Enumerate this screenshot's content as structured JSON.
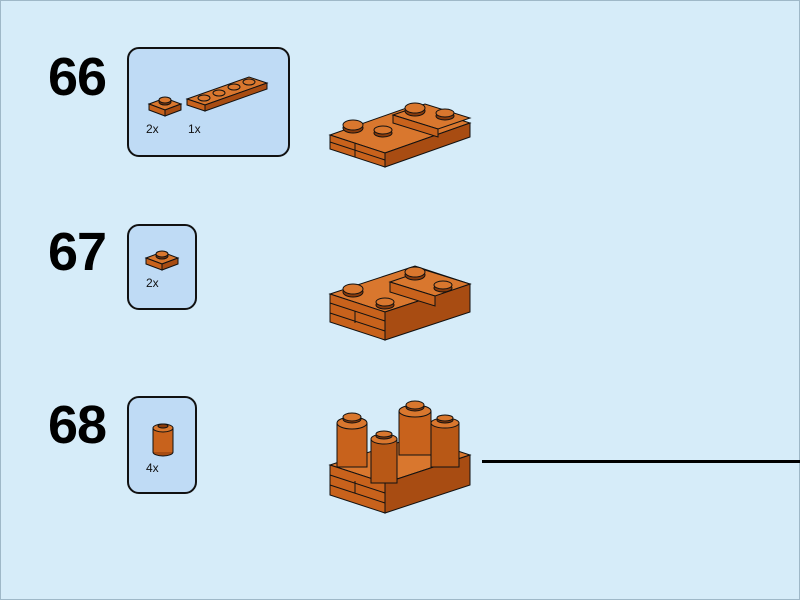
{
  "steps": [
    {
      "number": "66",
      "parts": [
        {
          "qty": "2x",
          "part": "plate-1x1-icon"
        },
        {
          "qty": "1x",
          "part": "plate-1x4-icon"
        }
      ]
    },
    {
      "number": "67",
      "parts": [
        {
          "qty": "2x",
          "part": "plate-1x1-icon"
        }
      ]
    },
    {
      "number": "68",
      "parts": [
        {
          "qty": "4x",
          "part": "round-brick-1x1-icon"
        }
      ]
    }
  ],
  "colors": {
    "background": "#d6ecf9",
    "callout": "#bfdbf5",
    "brick_orange": "#c8621c",
    "brick_light": "#d9772e",
    "brick_dark": "#8a3b0b",
    "outline": "#111111"
  }
}
